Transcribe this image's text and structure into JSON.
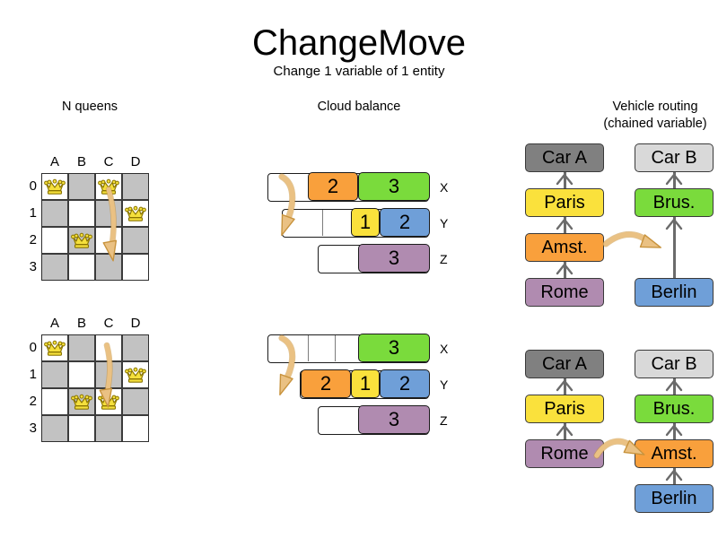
{
  "title": "ChangeMove",
  "subtitle": "Change 1 variable of 1 entity",
  "columns": {
    "nqueens": "N queens",
    "cloud": "Cloud balance",
    "routing_line1": "Vehicle routing",
    "routing_line2": "(chained variable)"
  },
  "colors": {
    "orange": "#f9a03c",
    "green": "#7adb3c",
    "yellow": "#fae13c",
    "blue": "#6f9fd8",
    "purple": "#b08bb0",
    "gray_dark": "#808080",
    "gray_light": "#d9d9d9",
    "board_dark": "#c2c2c2",
    "board_light": "#ffffff",
    "arrow": "#eac183",
    "arrow_stroke": "#c8933d",
    "queen_body": "#f5e03c",
    "queen_stroke": "#8a7500"
  },
  "nqueens": {
    "column_labels": [
      "A",
      "B",
      "C",
      "D"
    ],
    "row_labels": [
      "0",
      "1",
      "2",
      "3"
    ],
    "before": {
      "queens": [
        {
          "col": 0,
          "row": 0
        },
        {
          "col": 2,
          "row": 0
        },
        {
          "col": 3,
          "row": 1
        },
        {
          "col": 1,
          "row": 2
        }
      ],
      "move_from": {
        "col": 2,
        "row": 0
      },
      "move_to": {
        "col": 2,
        "row": 2
      }
    },
    "after": {
      "queens": [
        {
          "col": 0,
          "row": 0
        },
        {
          "col": 3,
          "row": 1
        },
        {
          "col": 1,
          "row": 2
        },
        {
          "col": 2,
          "row": 2
        }
      ],
      "move_from": {
        "col": 2,
        "row": 0
      },
      "move_to": {
        "col": 2,
        "row": 2
      }
    }
  },
  "cloud": {
    "before": {
      "rows": [
        {
          "label": "X",
          "segments": [
            {
              "value": "",
              "color": "#ffffff",
              "width": 44,
              "empty": true
            },
            {
              "value": "2",
              "color": "#f9a03c",
              "width": 56
            },
            {
              "value": "3",
              "color": "#7adb3c",
              "width": 80
            }
          ]
        },
        {
          "label": "Y",
          "segments": [
            {
              "value": "",
              "color": "#ffffff",
              "width": 44,
              "empty": true
            },
            {
              "value": "",
              "color": "#ffffff",
              "width": 32,
              "empty": true
            },
            {
              "value": "1",
              "color": "#fae13c",
              "width": 32
            },
            {
              "value": "2",
              "color": "#6f9fd8",
              "width": 56
            }
          ]
        },
        {
          "label": "Z",
          "segments": [
            {
              "value": "",
              "color": "#ffffff",
              "width": 44,
              "empty": true
            },
            {
              "value": "3",
              "color": "#b08bb0",
              "width": 80
            }
          ]
        }
      ]
    },
    "after": {
      "rows": [
        {
          "label": "X",
          "segments": [
            {
              "value": "",
              "color": "#ffffff",
              "width": 44,
              "empty": true
            },
            {
              "value": "",
              "color": "#ffffff",
              "width": 30,
              "empty": true
            },
            {
              "value": "",
              "color": "#ffffff",
              "width": 26,
              "empty": true
            },
            {
              "value": "3",
              "color": "#7adb3c",
              "width": 80
            }
          ]
        },
        {
          "label": "Y",
          "segments": [
            {
              "value": "2",
              "color": "#f9a03c",
              "width": 56
            },
            {
              "value": "1",
              "color": "#fae13c",
              "width": 32
            },
            {
              "value": "2",
              "color": "#6f9fd8",
              "width": 56
            }
          ]
        },
        {
          "label": "Z",
          "segments": [
            {
              "value": "",
              "color": "#ffffff",
              "width": 44,
              "empty": true
            },
            {
              "value": "3",
              "color": "#b08bb0",
              "width": 80
            }
          ]
        }
      ]
    }
  },
  "routing": {
    "before": {
      "left_chain": [
        "Car A",
        "Paris",
        "Amst.",
        "Rome"
      ],
      "right_chain": [
        "Car B",
        "Brus.",
        "Berlin"
      ],
      "moved_node": "Amst."
    },
    "after": {
      "left_chain": [
        "Car A",
        "Paris",
        "Rome"
      ],
      "right_chain": [
        "Car B",
        "Brus.",
        "Amst.",
        "Berlin"
      ],
      "moved_node": "Amst."
    },
    "node_colors": {
      "Car A": "#808080",
      "Car B": "#d9d9d9",
      "Paris": "#fae13c",
      "Brus.": "#7adb3c",
      "Amst.": "#f9a03c",
      "Rome": "#b08bb0",
      "Berlin": "#6f9fd8"
    }
  }
}
